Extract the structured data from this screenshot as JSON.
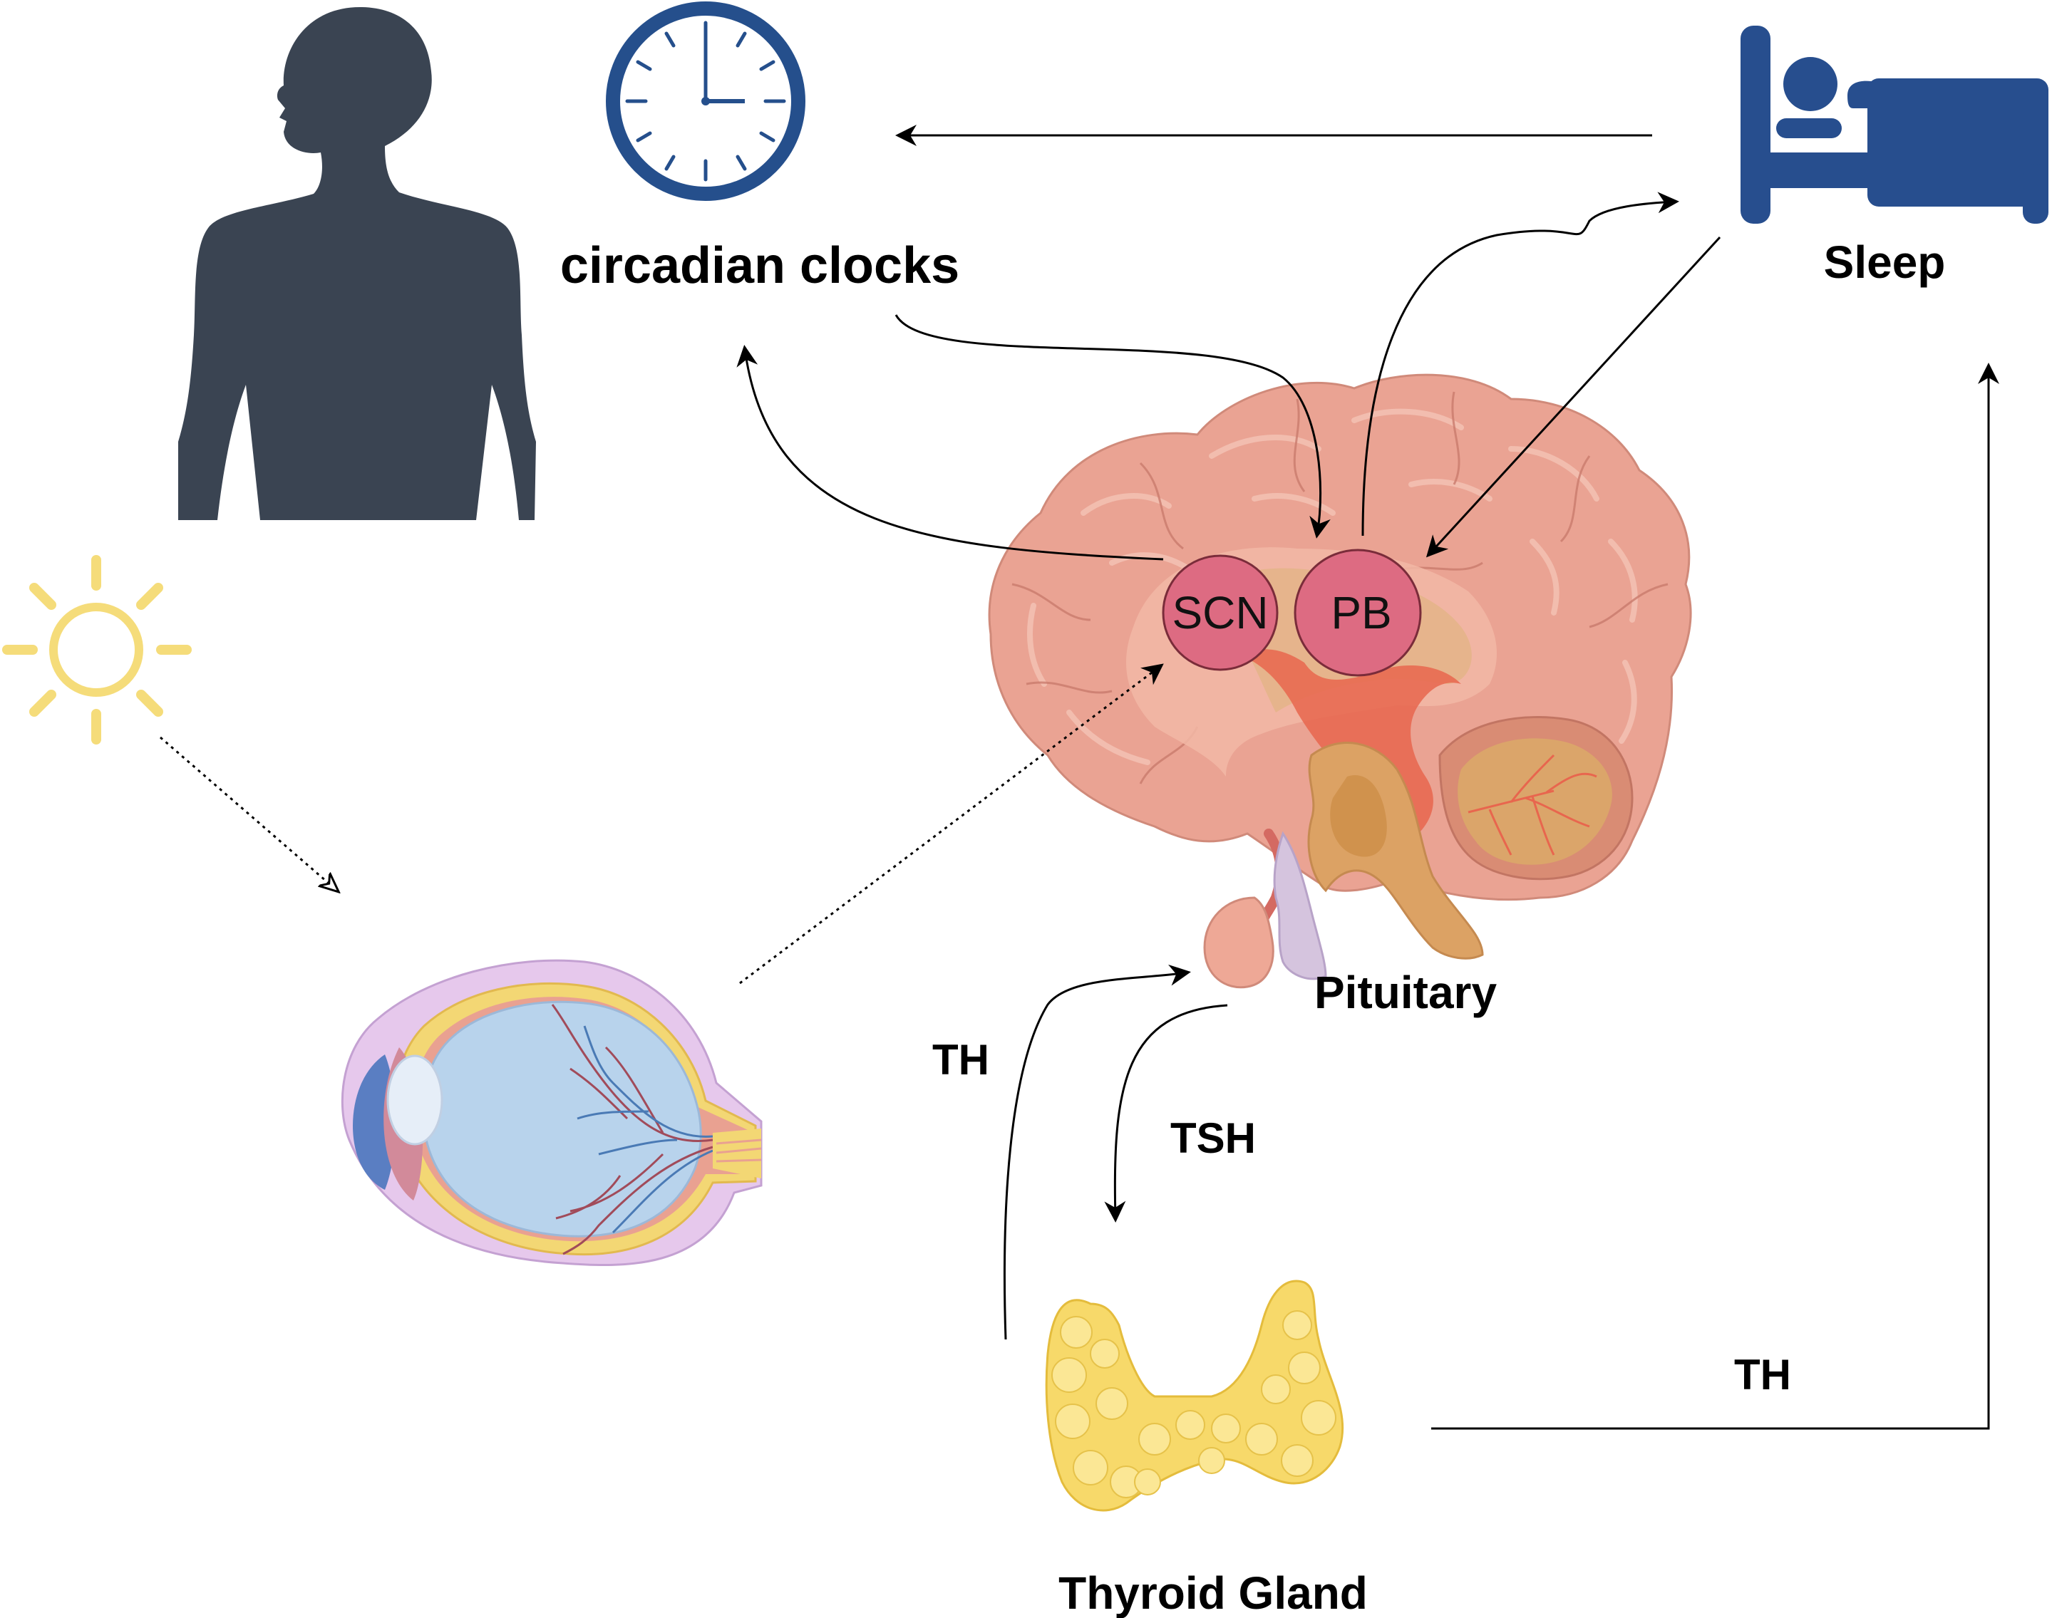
{
  "labels": {
    "circadian_clocks": "circadian clocks",
    "sleep": "Sleep",
    "scn": "SCN",
    "pb": "PB",
    "pituitary": "Pituitary",
    "th_left": "TH",
    "tsh": "TSH",
    "th_right": "TH",
    "thyroid_gland": "Thyroid Gland"
  },
  "icons": {
    "person": "human-silhouette-icon",
    "clock": "clock-icon",
    "bed": "sleeping-bed-icon",
    "sun": "sun-icon",
    "eye": "eye-anatomy-icon",
    "brain": "brain-anatomy-icon",
    "thyroid": "thyroid-gland-icon"
  },
  "colors": {
    "person": "#3a4452",
    "clock": "#254f8c",
    "bed": "#274e8e",
    "sun": "#f5dc7a",
    "brain": "#eaa393",
    "nucleus_fill": "#dd6b82",
    "thyroid": "#f7d96a",
    "eye_body": "#b8d3ec",
    "arrow": "#000000"
  }
}
